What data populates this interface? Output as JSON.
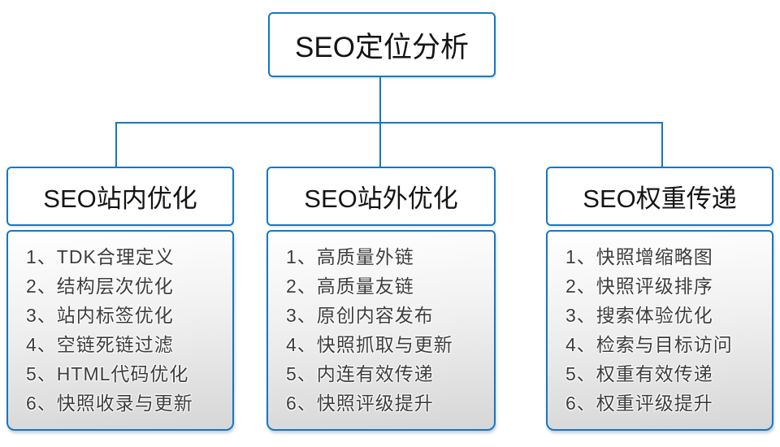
{
  "root_box": {
    "title": "SEO定位分析"
  },
  "columns": [
    {
      "title": "SEO站内优化",
      "items": [
        "1、TDK合理定义",
        "2、结构层次优化",
        "3、站内标签优化",
        "4、空链死链过滤",
        "5、HTML代码优化",
        "6、快照收录与更新"
      ]
    },
    {
      "title": "SEO站外优化",
      "items": [
        "1、高质量外链",
        "2、高质量友链",
        "3、原创内容发布",
        "4、快照抓取与更新",
        "5、内连有效传递",
        "6、快照评级提升"
      ]
    },
    {
      "title": "SEO权重传递",
      "items": [
        "1、快照增缩略图",
        "2、快照评级排序",
        "3、搜索体验优化",
        "4、检索与目标访问",
        "5、权重有效传递",
        "6、权重评级提升"
      ]
    }
  ],
  "colors": {
    "accent_blue": "#1677c2",
    "title_text": "#141414",
    "item_text": "#3d3d3d",
    "panel_gradient_top": "#ffffff",
    "panel_gradient_bottom": "#d6d6d6"
  }
}
